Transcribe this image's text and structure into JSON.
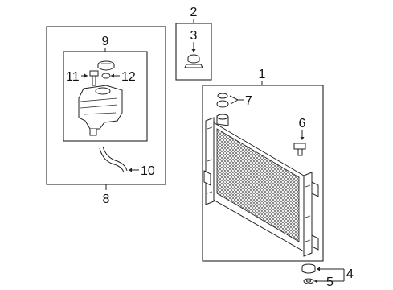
{
  "diagram": {
    "callouts": {
      "c1": "1",
      "c2": "2",
      "c3": "3",
      "c4": "4",
      "c5": "5",
      "c6": "6",
      "c7": "7",
      "c8": "8",
      "c9": "9",
      "c10": "10",
      "c11": "11",
      "c12": "12"
    },
    "colors": {
      "line": "#222222",
      "background": "#ffffff"
    }
  }
}
